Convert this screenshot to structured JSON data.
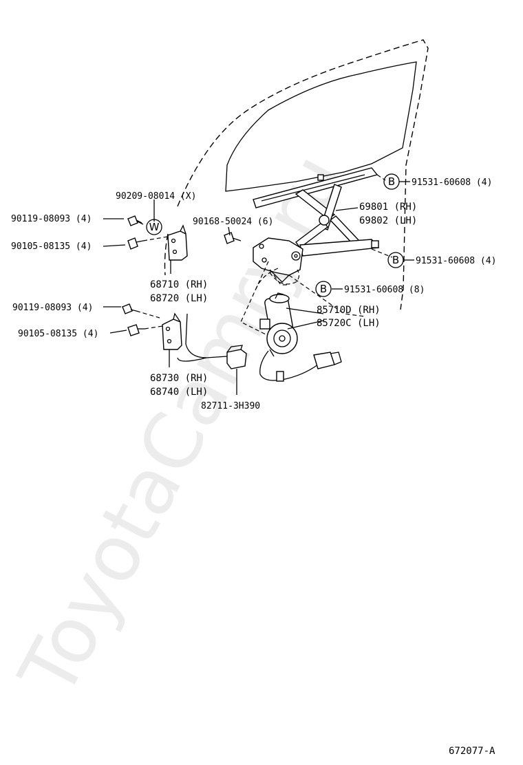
{
  "watermark": "ToyotaCamry.ru",
  "diagram_code": "672077-A",
  "callouts": {
    "p90209": "90209-08014 (X)",
    "p90119a": "90119-08093 (4)",
    "p90105a": "90105-08135 (4)",
    "p90168": "90168-50024 (6)",
    "p91531a": "91531-60608 (4)",
    "p69801": "69801 (RH)",
    "p69802": "69802 (LH)",
    "p91531b": "91531-60608 (4)",
    "p91531c": "91531-60608 (8)",
    "p68710": "68710 (RH)",
    "p68720": "68720 (LH)",
    "p85710": "85710D (RH)",
    "p85720": "85720C (LH)",
    "p90119b": "90119-08093 (4)",
    "p90105b": "90105-08135 (4)",
    "p68730": "68730 (RH)",
    "p68740": "68740 (LH)",
    "p82711": "82711-3H390"
  },
  "symbols": {
    "w": "W",
    "b": "B"
  }
}
